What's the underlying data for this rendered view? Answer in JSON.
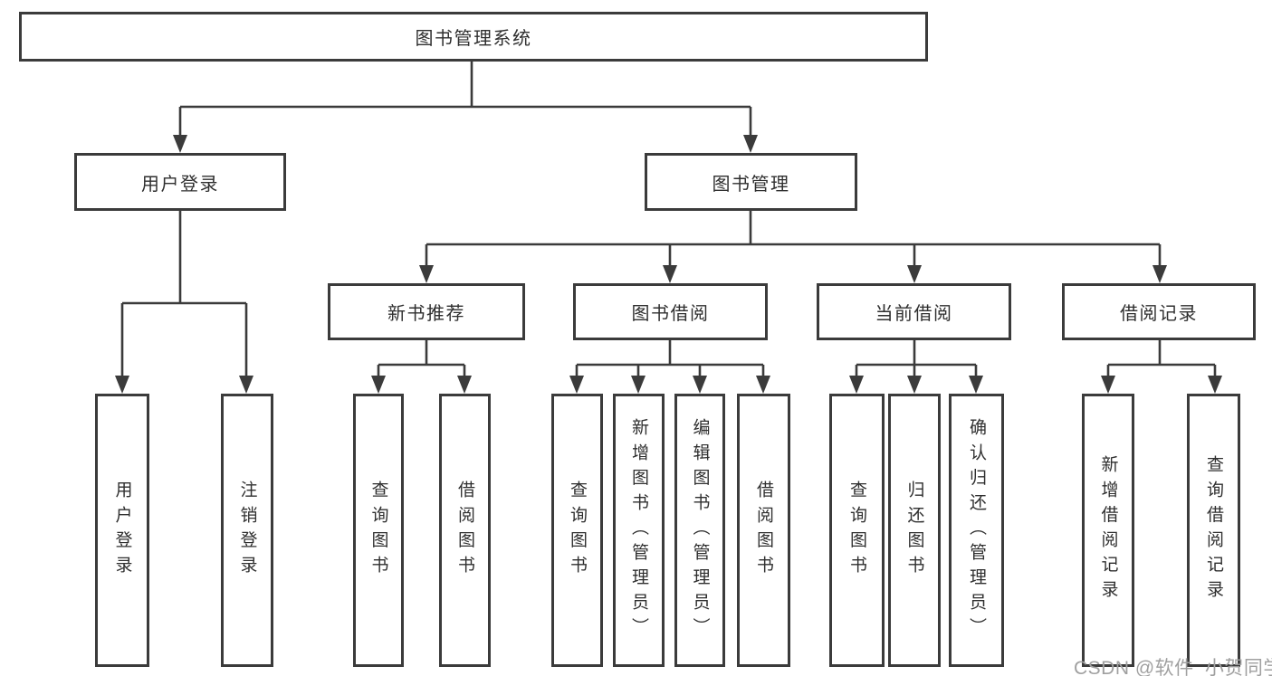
{
  "diagram": {
    "root": "图书管理系统",
    "level2": {
      "user_login": "用户登录",
      "book_mgmt": "图书管理"
    },
    "level3": {
      "new_books": "新书推荐",
      "book_borrow": "图书借阅",
      "current_borrow": "当前借阅",
      "borrow_records": "借阅记录"
    },
    "leaves": {
      "user_login_1": "用户登录",
      "user_login_2": "注销登录",
      "new_books_1": "查询图书",
      "new_books_2": "借阅图书",
      "book_borrow_1": "查询图书",
      "book_borrow_2": "新增图书（管理员）",
      "book_borrow_3": "编辑图书（管理员）",
      "book_borrow_4": "借阅图书",
      "current_borrow_1": "查询图书",
      "current_borrow_2": "归还图书",
      "current_borrow_3": "确认归还（管理员）",
      "borrow_records_1": "新增借阅记录",
      "borrow_records_2": "查询借阅记录"
    }
  },
  "watermark": "CSDN @软件_小贺同学",
  "colors": {
    "line": "#3b3b3b",
    "text": "#2f2f2f",
    "watermark": "#a0a0a0"
  }
}
